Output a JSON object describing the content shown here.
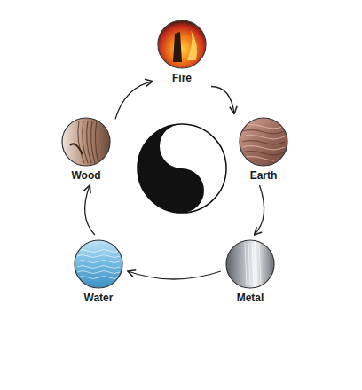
{
  "diagram": {
    "nodes": [
      {
        "text": [
          "Fire"
        ]
      },
      {
        "text": [
          "Earth"
        ]
      },
      {
        "text": [
          "Metal"
        ]
      },
      {
        "text": [
          "Water"
        ]
      },
      {
        "text": [
          "Wood"
        ]
      }
    ],
    "edges": [
      {
        "from": 0,
        "to": 1,
        "arrow": "to"
      },
      {
        "from": 1,
        "to": 2,
        "arrow": "to"
      },
      {
        "from": 2,
        "to": 3,
        "arrow": "to"
      },
      {
        "from": 3,
        "to": 4,
        "arrow": "to"
      },
      {
        "from": 4,
        "to": 0,
        "arrow": "to"
      }
    ]
  }
}
